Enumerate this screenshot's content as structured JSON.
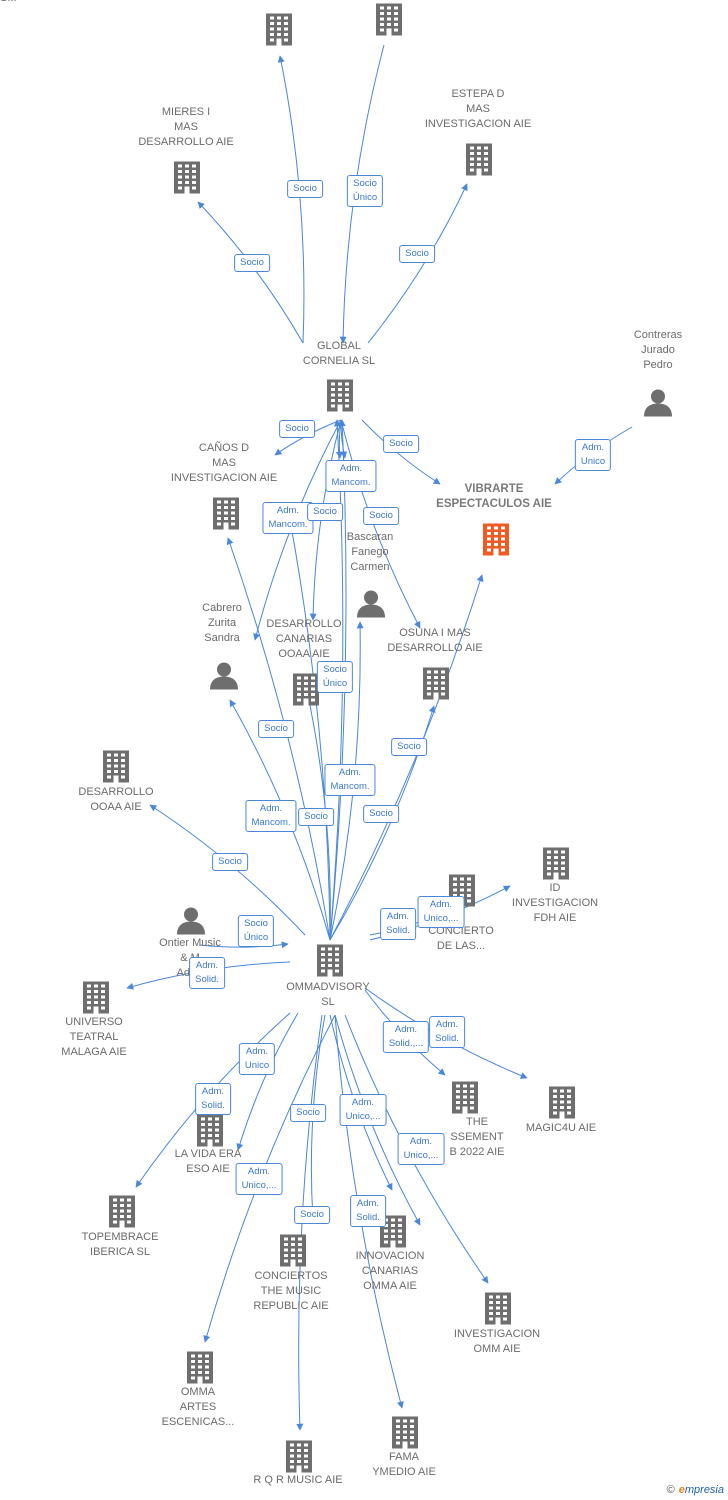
{
  "colors": {
    "edge": "#4a86d9",
    "node_gray": "#6e6e6e",
    "node_focus": "#f05a23"
  },
  "nodes": [
    {
      "id": "mas_top",
      "label": "MAS...",
      "icon": "building-icon"
    },
    {
      "id": "top2",
      "label": "",
      "icon": "building-icon"
    },
    {
      "id": "mieres",
      "label": "MIERES I\nMAS\nDESARROLLO AIE",
      "icon": "building-icon"
    },
    {
      "id": "estepa",
      "label": "ESTEPA D\nMAS\nINVESTIGACION AIE",
      "icon": "building-icon"
    },
    {
      "id": "global",
      "label": "GLOBAL\nCORNELIA SL",
      "icon": "building-icon"
    },
    {
      "id": "contreras",
      "label": "Contreras\nJurado\nPedro",
      "icon": "person-icon"
    },
    {
      "id": "canos",
      "label": "CAÑOS D\nMAS\nINVESTIGACION AIE",
      "icon": "building-icon"
    },
    {
      "id": "vibrarte",
      "label": "VIBRARTE\nESPECTACULOS AIE",
      "icon": "building-icon"
    },
    {
      "id": "bascaran",
      "label": "Bascaran\nFanego\nCarmen",
      "icon": "person-icon"
    },
    {
      "id": "cabrero",
      "label": "Cabrero\nZurita\nSandra",
      "icon": "person-icon"
    },
    {
      "id": "desa_canarias",
      "label": "DESARROLLO\nCANARIAS\nOOAA AIE",
      "icon": "building-icon"
    },
    {
      "id": "osuna",
      "label": "OSUNA I MAS\nDESARROLLO AIE",
      "icon": "building-icon"
    },
    {
      "id": "desa_ooaa",
      "label": "DESARROLLO\nOOAA AIE",
      "icon": "building-icon"
    },
    {
      "id": "id_inv",
      "label": "ID\nINVESTIGACION\nFDH AIE",
      "icon": "building-icon"
    },
    {
      "id": "concierto",
      "label": "CONCIERTO\nDE LAS...",
      "icon": "building-icon"
    },
    {
      "id": "ontier",
      "label": "Ontier Music\n& M\nAdvis",
      "icon": "person-icon"
    },
    {
      "id": "ommadvisory",
      "label": "OMMADVISORY\nSL",
      "icon": "building-icon"
    },
    {
      "id": "universo",
      "label": "UNIVERSO\nTEATRAL\nMALAGA AIE",
      "icon": "building-icon"
    },
    {
      "id": "the_assessment",
      "label": "THE\nSSEMENT\nB 2022 AIE",
      "icon": "building-icon"
    },
    {
      "id": "magic4u",
      "label": "MAGIC4U AIE",
      "icon": "building-icon"
    },
    {
      "id": "la_vida",
      "label": "LA VIDA ERA\nESO AIE",
      "icon": "building-icon"
    },
    {
      "id": "topembrace",
      "label": "TOPEMBRACE\nIBERICA SL",
      "icon": "building-icon"
    },
    {
      "id": "conciertos_music",
      "label": "CONCIERTOS\nTHE MUSIC\nREPUBLIC AIE",
      "icon": "building-icon"
    },
    {
      "id": "innovacion",
      "label": "INNOVACION\nCANARIAS\nOMMA AIE",
      "icon": "building-icon"
    },
    {
      "id": "investigacion_omm",
      "label": "INVESTIGACION\nOMM AIE",
      "icon": "building-icon"
    },
    {
      "id": "omma_artes",
      "label": "OMMA\nARTES\nESCENICAS...",
      "icon": "building-icon"
    },
    {
      "id": "fama",
      "label": "FAMA\nYMEDIO AIE",
      "icon": "building-icon"
    },
    {
      "id": "rqr",
      "label": "R Q R MUSIC AIE",
      "icon": "building-icon"
    }
  ],
  "relations": [
    "Socio",
    "Socio\nÚnico",
    "Socio",
    "Socio",
    "Adm.\nUnico",
    "Socio",
    "Socio",
    "Adm.\nMancom.",
    "Adm.\nMancom.",
    "Socio",
    "Socio",
    "Socio\nÚnico",
    "Socio",
    "Adm.\nMancom.",
    "Socio",
    "Adm.\nMancom.",
    "Socio",
    "Socio",
    "Socio",
    "Adm.\nSolid.",
    "Adm.\nUnico,...",
    "Socio\nÚnico",
    "Adm.\nSolid.",
    "Adm.\nSolid.,...",
    "Adm.\nSolid.",
    "Adm.\nUnico",
    "Adm.\nSolid.",
    "Socio",
    "Adm.\nUnico,...",
    "Adm.\nUnico,...",
    "Adm.\nUnico,...",
    "Socio",
    "Adm.\nSolid."
  ],
  "footer": {
    "copyright": "©",
    "brand_e": "e",
    "brand_rest": "mpresia"
  }
}
